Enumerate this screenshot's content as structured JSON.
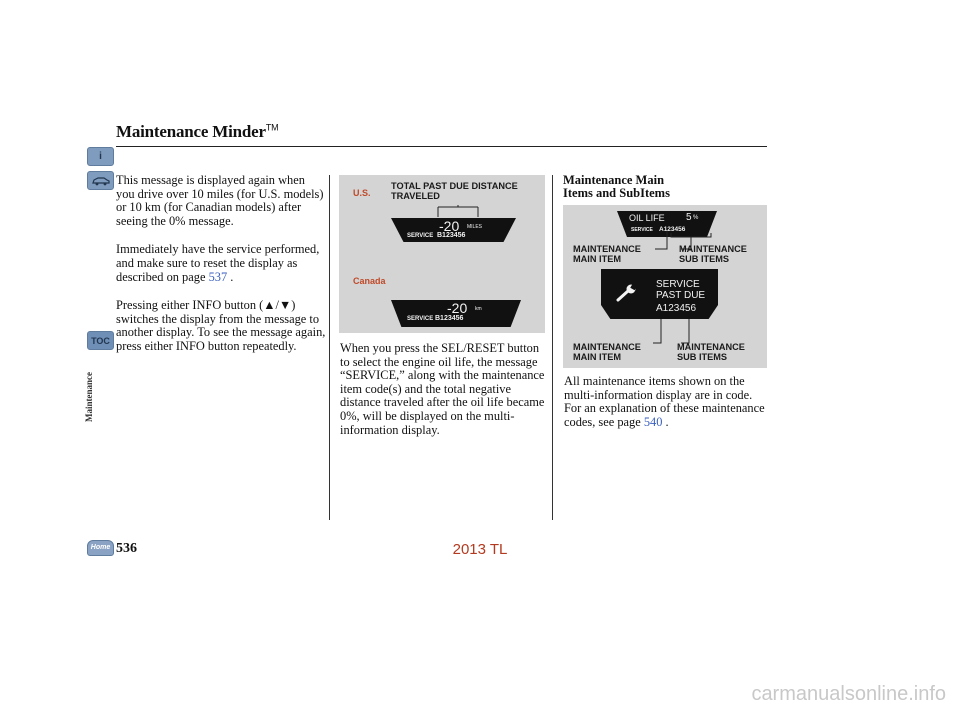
{
  "header": {
    "title": "Maintenance Minder",
    "tm": "TM"
  },
  "sidebar": {
    "section_label": "Maintenance",
    "toc_label": "TOC",
    "info_label": "i",
    "home_label": "Home"
  },
  "left_column": {
    "paragraphs": [
      "This message is displayed again when you drive over 10 miles (for U.S. models) or 10 km (for Canadian models) after seeing the 0% message.",
      "Immediately have the service performed, and make sure to reset the display as described on page",
      "Pressing either INFO button (▲/▼) switches the display from the message to another display. To see the message again, press either INFO button repeatedly."
    ],
    "page_link": "537",
    "period": "."
  },
  "middle_figure": {
    "us_label": "U.S.",
    "canada_label": "Canada",
    "callout": "TOTAL PAST DUE DISTANCE TRAVELED",
    "us_value": "-20",
    "us_unit": "MILES",
    "canada_value": "-20",
    "canada_unit": "km",
    "service_label": "SERVICE",
    "service_code": "B123456"
  },
  "middle_column": {
    "paragraph": "When you press the SEL/RESET button to select the engine oil life, the message “SERVICE,” along with the maintenance item code(s) and the total negative distance traveled after the oil life became 0%, will be displayed on the multi-information display."
  },
  "right_column": {
    "heading_line1": "Maintenance Main",
    "heading_line2": "Items and SubItems",
    "paragraph": "All maintenance items shown on the multi-information display are in code. For an explanation of these maintenance codes, see page",
    "page_link": "540",
    "period": "."
  },
  "right_figure": {
    "oil_life_label": "OIL LIFE",
    "oil_life_value": "5",
    "oil_life_unit": "%",
    "service_label": "SERVICE",
    "service_code": "A123456",
    "main_item_top": "MAINTENANCE MAIN ITEM",
    "sub_items_top": "MAINTENANCE SUB ITEMS",
    "service_past_due_1": "SERVICE",
    "service_past_due_2": "PAST DUE",
    "past_due_code": "A123456",
    "main_item_bottom": "MAINTENANCE MAIN ITEM",
    "sub_items_bottom": "MAINTENANCE SUB ITEMS",
    "wrench_icon": "wrench-icon"
  },
  "footer": {
    "page_number": "536",
    "model": "2013 TL",
    "watermark": "carmanualsonline.info"
  }
}
